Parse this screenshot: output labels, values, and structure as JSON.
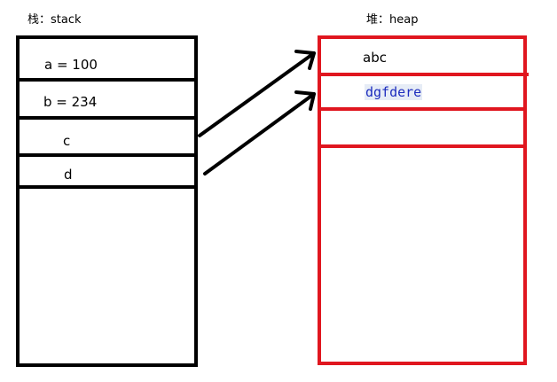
{
  "stack": {
    "title": "栈：stack",
    "cells": [
      {
        "label": "a = 100"
      },
      {
        "label": "b = 234"
      },
      {
        "label": "c"
      },
      {
        "label": "d"
      }
    ]
  },
  "heap": {
    "title": "堆：heap",
    "cells": [
      {
        "label": "abc"
      },
      {
        "label": "dgfdere"
      }
    ]
  },
  "colors": {
    "stack_border": "#000000",
    "heap_border": "#e0161f",
    "highlight_text": "#1d2dbe"
  }
}
